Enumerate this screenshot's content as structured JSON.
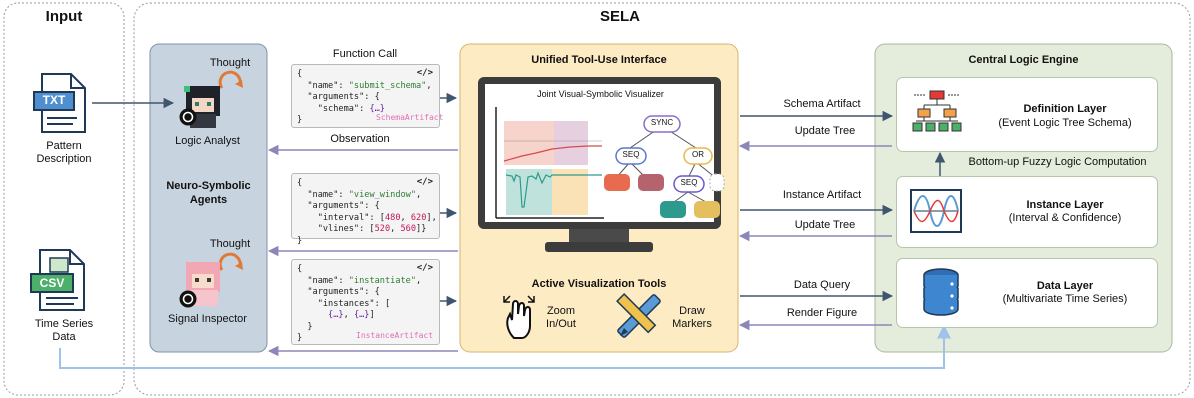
{
  "input_panel": {
    "title": "Input",
    "pattern_icon_text": "TXT",
    "pattern_label_line1": "Pattern",
    "pattern_label_line2": "Description",
    "series_icon_text": "CSV",
    "series_label_line1": "Time Series",
    "series_label_line2": "Data"
  },
  "sela": {
    "title": "SELA"
  },
  "agents": {
    "thought_top": "Thought",
    "logic_analyst": "Logic Analyst",
    "section_line1": "Neuro-Symbolic",
    "section_line2": "Agents",
    "thought_bottom": "Thought",
    "signal_inspector": "Signal Inspector"
  },
  "flow": {
    "function_call": "Function Call",
    "observation": "Observation"
  },
  "code": {
    "tag": "</>",
    "submit": {
      "l1": "{",
      "l2a": "  \"name\": ",
      "l2b": "\"submit_schema\"",
      "l2c": ",",
      "l3": "  \"arguments\": {",
      "l4a": "    \"schema\": ",
      "l4b": "{…}",
      "l5": "}",
      "artifact": "SchemaArtifact"
    },
    "view": {
      "l1": "{",
      "l2a": "  \"name\": ",
      "l2b": "\"view_window\"",
      "l2c": ",",
      "l3": "  \"arguments\": {",
      "l4a": "    \"interval\": [",
      "l4b": "480",
      "l4c": ", ",
      "l4d": "620",
      "l4e": "],",
      "l5a": "    \"vlines\": [",
      "l5b": "520",
      "l5c": ", ",
      "l5d": "560",
      "l5e": "]}",
      "l6": "}"
    },
    "inst": {
      "l1": "{",
      "l2a": "  \"name\": ",
      "l2b": "\"instantiate\"",
      "l2c": ",",
      "l3": "  \"arguments\": {",
      "l4": "    \"instances\": [",
      "l5a": "      ",
      "l5b": "{…}",
      "l5c": ", ",
      "l5d": "{…}",
      "l5e": "]",
      "l6": "  }",
      "l7": "}",
      "artifact": "InstanceArtifact"
    }
  },
  "interface": {
    "title": "Unified Tool-Use Interface",
    "visualizer_title": "Joint Visual-Symbolic Visualizer",
    "tree": {
      "root": "SYNC",
      "seq1": "SEQ",
      "or": "OR",
      "seq2": "SEQ"
    },
    "tools_title": "Active Visualization Tools",
    "zoom_line1": "Zoom",
    "zoom_line2": "In/Out",
    "draw_line1": "Draw",
    "draw_line2": "Markers"
  },
  "arrows": {
    "schema_artifact": "Schema Artifact",
    "update_tree_1": "Update Tree",
    "instance_artifact": "Instance Artifact",
    "update_tree_2": "Update Tree",
    "data_query": "Data Query",
    "render_figure": "Render Figure"
  },
  "engine": {
    "title": "Central Logic Engine",
    "definition_title": "Definition Layer",
    "definition_sub": "(Event Logic Tree Schema)",
    "bottom_up": "Bottom-up Fuzzy Logic Computation",
    "instance_title": "Instance Layer",
    "instance_sub": "(Interval & Confidence)",
    "data_title": "Data Layer",
    "data_sub": "(Multivariate Time Series)"
  },
  "colors": {
    "agent_panel": "#c7d4df",
    "interface_panel": "#fdebc4",
    "engine_panel": "#e4ecdc",
    "arrow_dark": "#3f566e",
    "arrow_purple": "#8c87b8",
    "tree_red": "#e86a4f",
    "tree_mauve": "#b5646e",
    "tree_teal": "#2e9a8d",
    "tree_yellow": "#e5bf5e"
  }
}
